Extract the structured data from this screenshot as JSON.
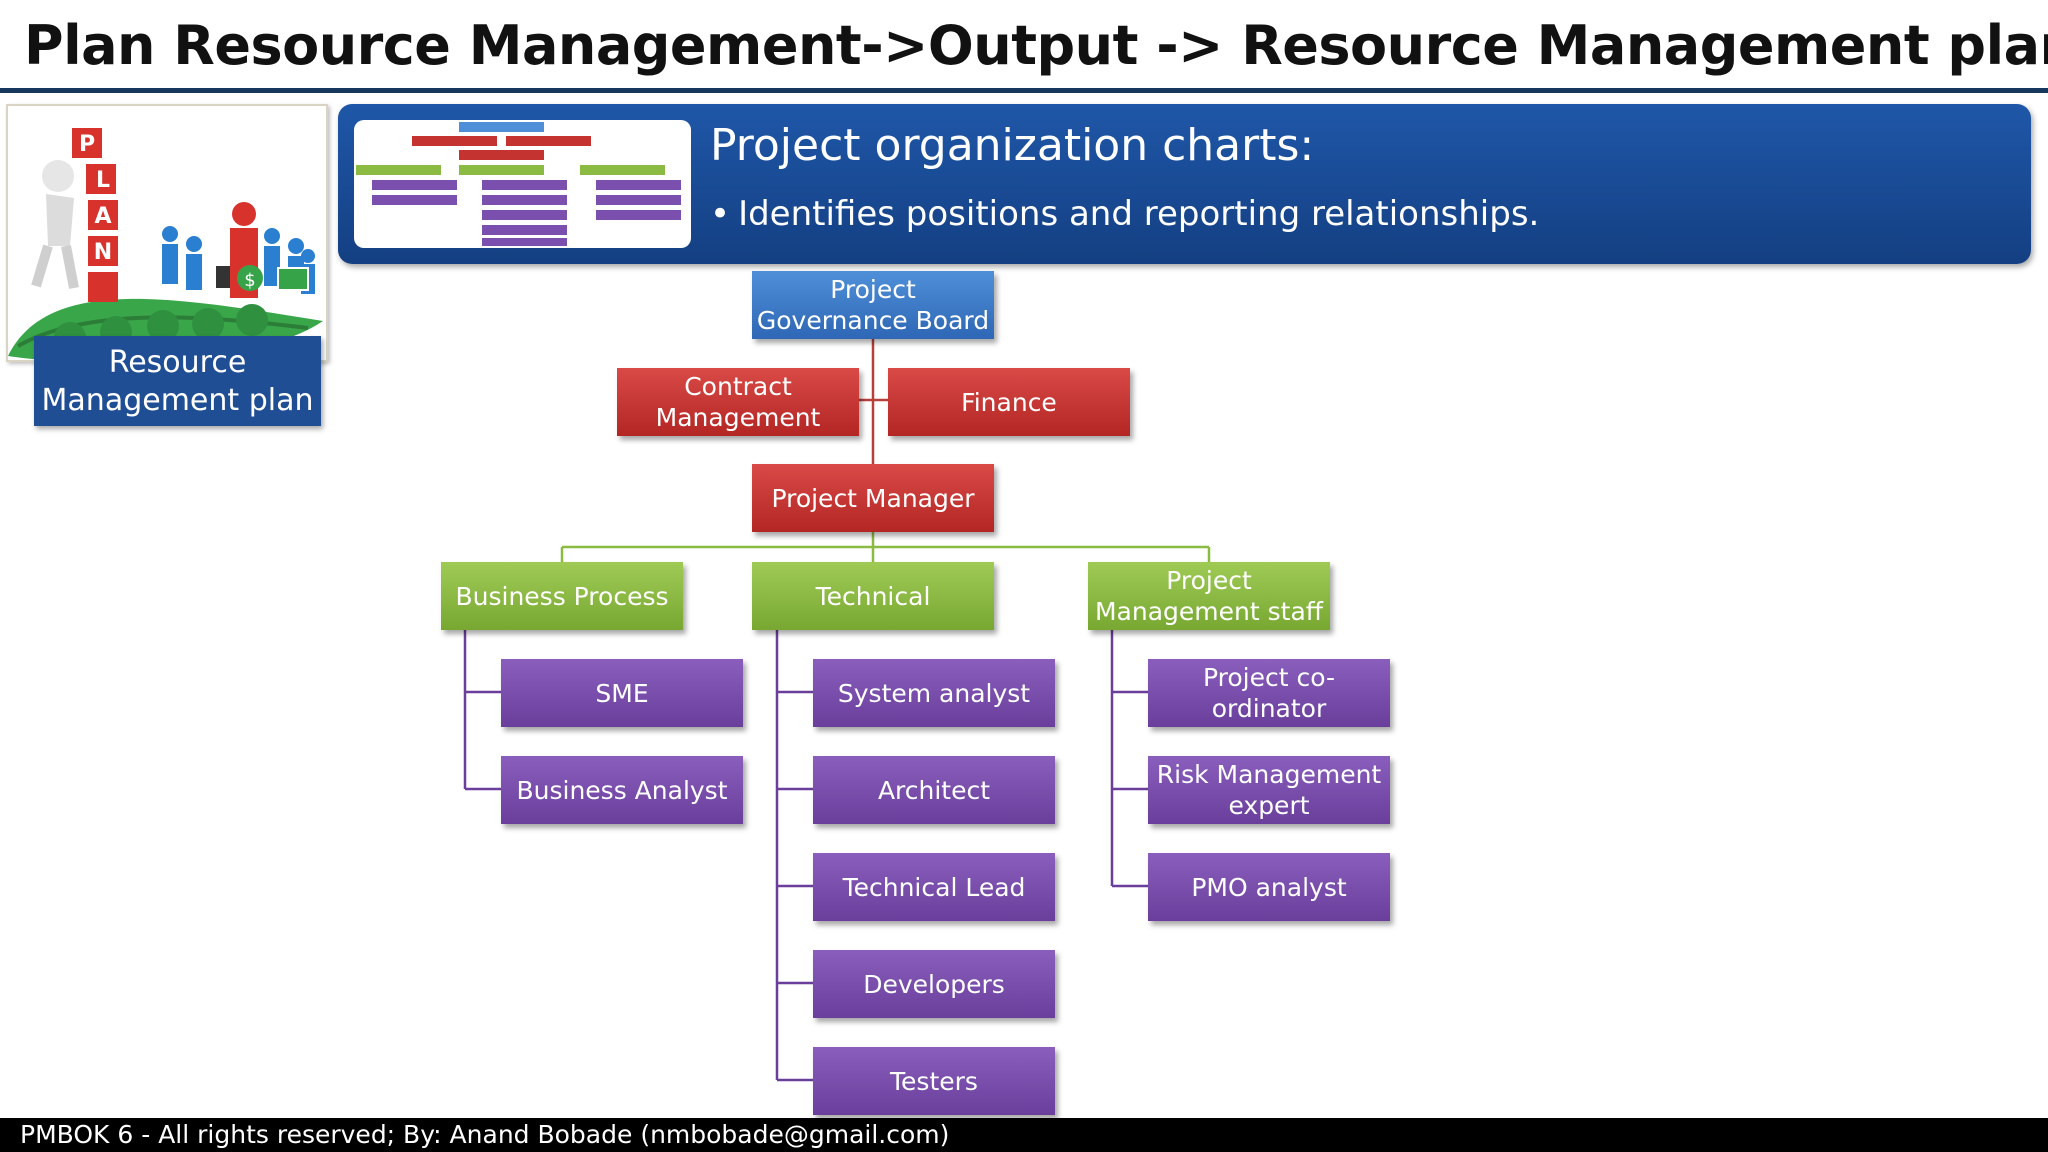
{
  "title": "Plan Resource Management->Output -> Resource Management plan",
  "thumbnail": {
    "label": "Resource Management plan",
    "letters": [
      "P",
      "L",
      "A",
      "N"
    ]
  },
  "banner": {
    "heading": "Project organization charts:",
    "bullet": "Identifies positions and reporting relationships."
  },
  "org_chart": {
    "governance": "Project Governance Board",
    "contract": "Contract Management",
    "finance": "Finance",
    "manager": "Project Manager",
    "groups": [
      {
        "label": "Business Process",
        "members": [
          "SME",
          "Business Analyst"
        ]
      },
      {
        "label": "Technical",
        "members": [
          "System analyst",
          "Architect",
          "Technical Lead",
          "Developers",
          "Testers"
        ]
      },
      {
        "label": "Project Management staff",
        "members": [
          "Project co-ordinator",
          "Risk Management expert",
          "PMO analyst"
        ]
      }
    ]
  },
  "colors": {
    "blue": "#3a78c6",
    "red": "#c4332f",
    "green": "#8bbb42",
    "purple": "#7a4fae",
    "banner": "#1a4b95"
  },
  "footer": "PMBOK 6 - All rights reserved; By: Anand Bobade (nmbobade@gmail.com)"
}
